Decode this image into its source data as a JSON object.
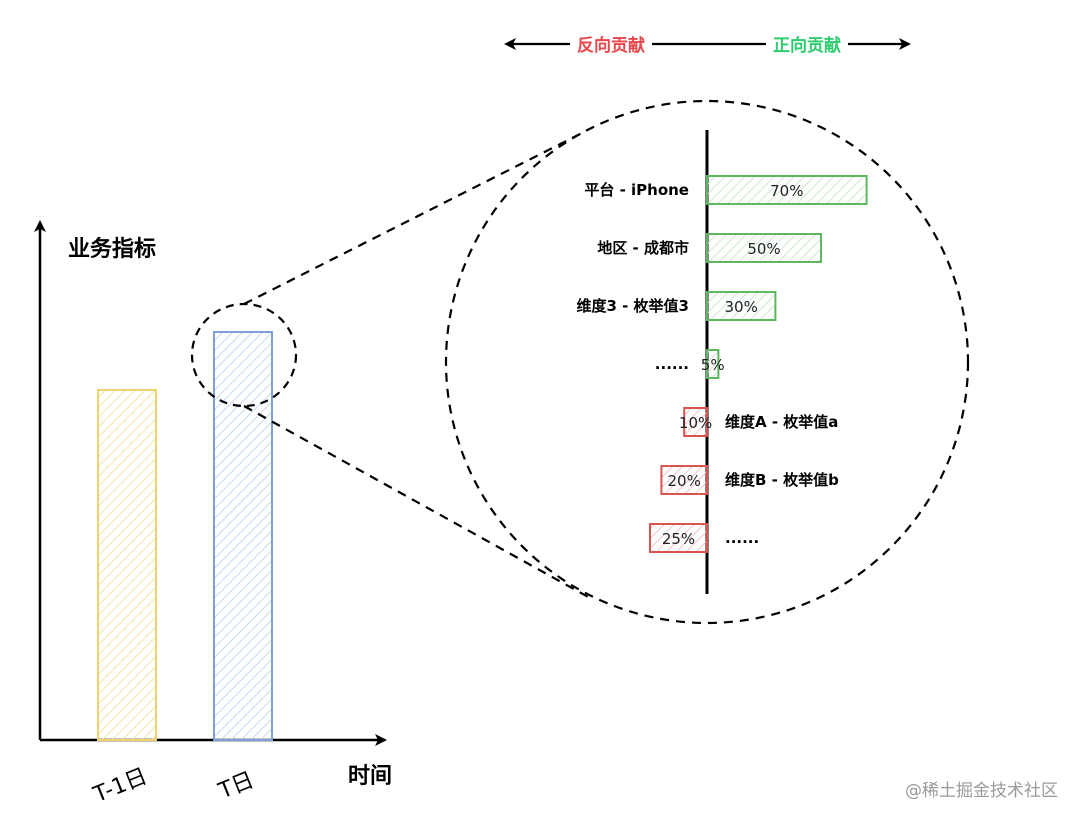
{
  "chart_data": [
    {
      "type": "bar",
      "categories": [
        "T-1日",
        "T日"
      ],
      "values": [
        350,
        408
      ],
      "ylabel": "业务指标",
      "xlabel": "时间",
      "colors": [
        "#f2d36b",
        "#7f9fd6"
      ]
    },
    {
      "type": "bar",
      "orientation": "horizontal",
      "direction_labels": {
        "negative": "反向贡献",
        "positive": "正向贡献"
      },
      "positive": [
        {
          "label": "平台 - iPhone",
          "value": 70,
          "value_label": "70%"
        },
        {
          "label": "地区 - 成都市",
          "value": 50,
          "value_label": "50%"
        },
        {
          "label": "维度3 - 枚举值3",
          "value": 30,
          "value_label": "30%"
        },
        {
          "label": "......",
          "value": 5,
          "value_label": "5%"
        }
      ],
      "negative": [
        {
          "label": "维度A - 枚举值a",
          "value": -10,
          "value_label": "10%"
        },
        {
          "label": "维度B - 枚举值b",
          "value": -20,
          "value_label": "20%"
        },
        {
          "label": "......",
          "value": -25,
          "value_label": "25%"
        }
      ],
      "colors": {
        "positive": "#5cb85c",
        "negative": "#d9534f",
        "negative_label": "#e8474b",
        "positive_label": "#2ecc71"
      }
    }
  ],
  "watermark": "@稀土掘金技术社区"
}
